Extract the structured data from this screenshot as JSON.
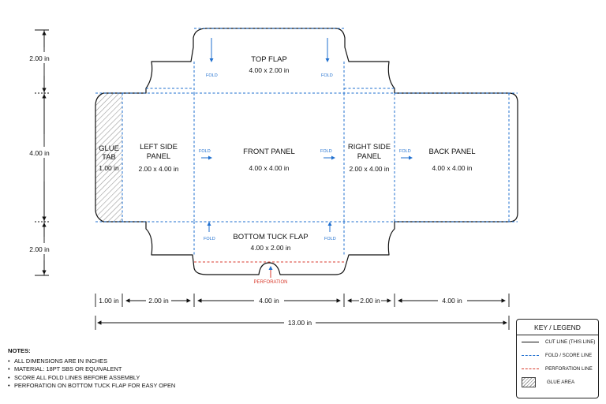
{
  "panels": {
    "top_flap": {
      "title": "TOP FLAP",
      "dims": "4.00 x 2.00 in"
    },
    "glue_tab": {
      "title_line1": "GLUE",
      "title_line2": "TAB",
      "dims": "1.00 in"
    },
    "left_side": {
      "title_line1": "LEFT SIDE",
      "title_line2": "PANEL",
      "dims": "2.00 x 4.00 in"
    },
    "front": {
      "title": "FRONT PANEL",
      "dims": "4.00 x 4.00 in"
    },
    "right_side": {
      "title_line1": "RIGHT SIDE",
      "title_line2": "PANEL",
      "dims": "2.00 x 4.00 in"
    },
    "back": {
      "title": "BACK PANEL",
      "dims": "4.00 x 4.00 in"
    },
    "bottom_tuck": {
      "title": "BOTTOM TUCK FLAP",
      "dims": "4.00 x 2.00 in"
    }
  },
  "fold_label": "FOLD",
  "perforation_label": "PERFORATION",
  "dimensions": {
    "vertical": [
      "2.00 in",
      "4.00 in",
      "2.00 in"
    ],
    "horizontal": [
      "1.00 in",
      "2.00 in",
      "4.00 in",
      "2.00 in",
      "4.00 in"
    ],
    "total": "13.00 in"
  },
  "notes": {
    "heading": "NOTES:",
    "items": [
      "ALL DIMENSIONS ARE IN INCHES",
      "MATERIAL: 18PT SBS OR EQUIVALENT",
      "SCORE ALL FOLD LINES BEFORE ASSEMBLY",
      "PERFORATION ON BOTTOM TUCK FLAP FOR EASY OPEN"
    ]
  },
  "legend": {
    "title": "KEY / LEGEND",
    "items": [
      "CUT LINE (THIS LINE)",
      "FOLD / SCORE LINE",
      "PERFORATION LINE",
      "GLUE AREA"
    ]
  },
  "colors": {
    "cut": "#111111",
    "fold": "#1f6fcf",
    "perforation": "#d83a2c",
    "glue_hatch": "#9a9a9a"
  }
}
